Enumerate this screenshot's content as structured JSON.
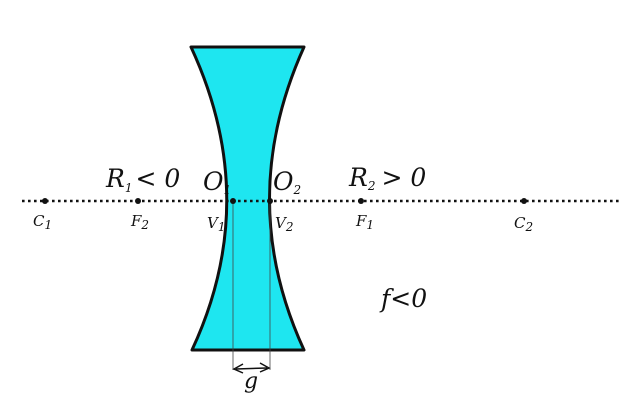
{
  "lens": {
    "fill_color": "#1ee6f0",
    "outline_color": "#111111"
  },
  "labels": {
    "r1": {
      "main": "R",
      "sub": "1",
      "rel": "< 0"
    },
    "o1": {
      "main": "O",
      "sub": "1"
    },
    "o2": {
      "main": "O",
      "sub": "2"
    },
    "r2": {
      "main": "R",
      "sub": "2",
      "rel": "> 0"
    },
    "c1": {
      "main": "C",
      "sub": "1"
    },
    "f2": {
      "main": "F",
      "sub": "2"
    },
    "v1": {
      "main": "V",
      "sub": "1"
    },
    "v2": {
      "main": "V",
      "sub": "2"
    },
    "f1": {
      "main": "F",
      "sub": "1"
    },
    "c2": {
      "main": "C",
      "sub": "2"
    },
    "focal": "f<0",
    "thickness": "g"
  }
}
